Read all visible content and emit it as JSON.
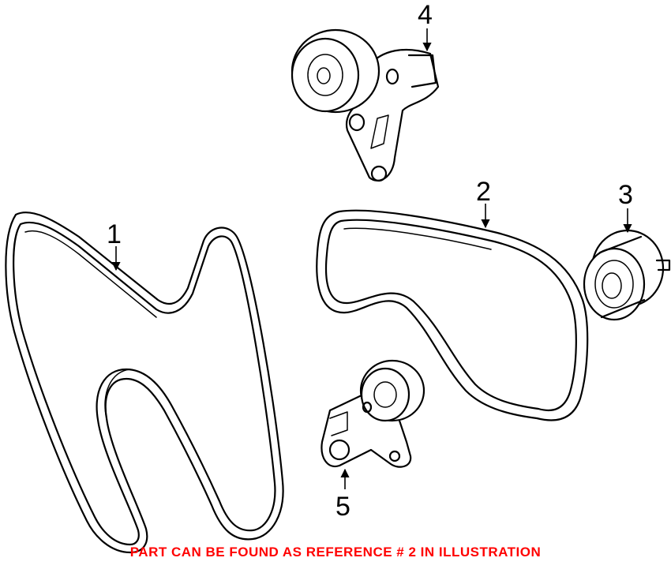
{
  "callouts": {
    "belt_1": "1",
    "belt_2": "2",
    "idler_3": "3",
    "tensioner_4": "4",
    "tensioner_5": "5"
  },
  "footer_note": "PART CAN BE FOUND AS REFERENCE # 2 IN ILLUSTRATION",
  "colors": {
    "line": "#000000",
    "background": "#ffffff",
    "note": "#ff0000"
  }
}
